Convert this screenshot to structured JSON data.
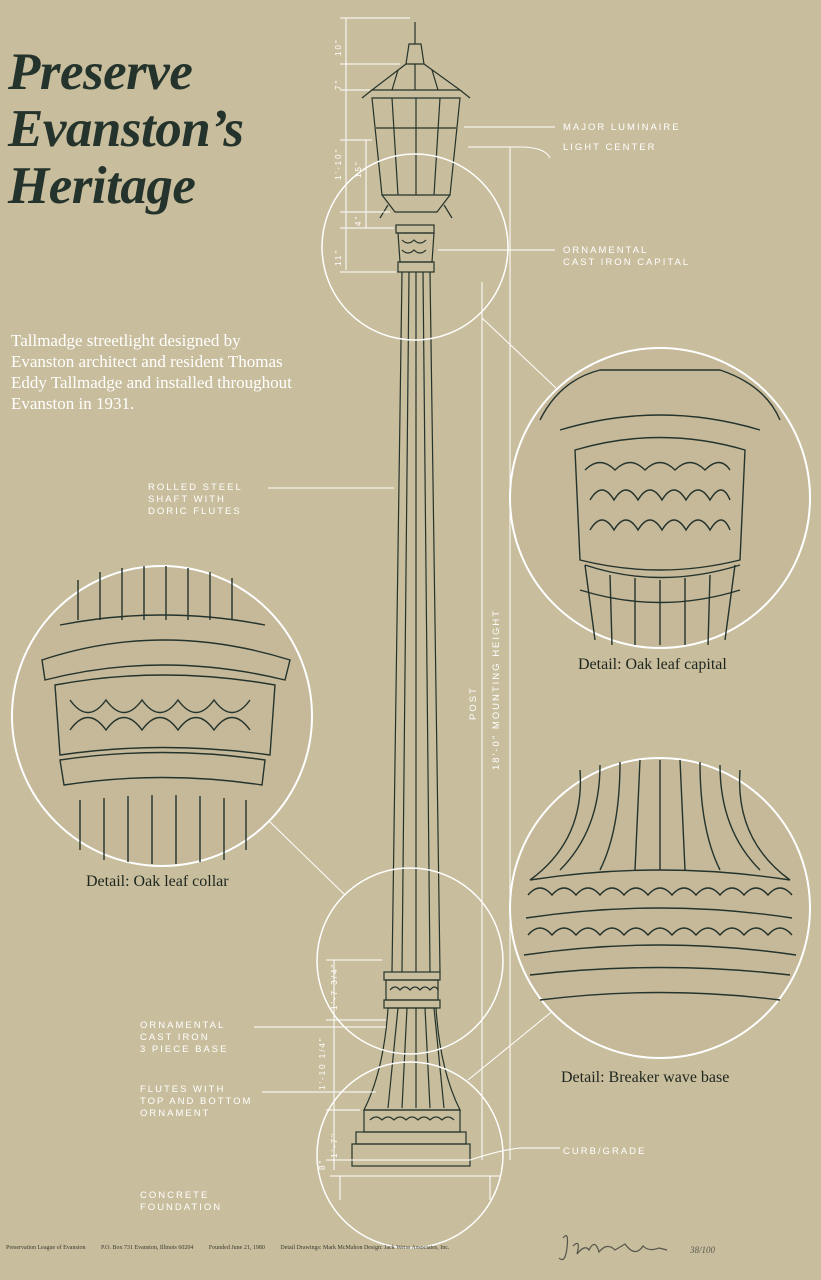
{
  "title": {
    "line1": "Preserve",
    "line2": "Evanston’s",
    "line3": "Heritage"
  },
  "intro": "Tallmadge streetlight designed by Evanston architect and resident Thomas Eddy Tallmadge and installed throughout Evanston in 1931.",
  "labels": {
    "major_luminaire": "MAJOR LUMINAIRE",
    "light_center": "LIGHT CENTER",
    "capital_1": "ORNAMENTAL",
    "capital_2": "CAST IRON CAPITAL",
    "shaft_1": "ROLLED STEEL",
    "shaft_2": "SHAFT WITH",
    "shaft_3": "DORIC FLUTES",
    "post": "POST",
    "mounting_height": "18'-0\" MOUNTING HEIGHT",
    "base_1": "ORNAMENTAL",
    "base_2": "CAST IRON",
    "base_3": "3 PIECE BASE",
    "flutes_1": "FLUTES WITH",
    "flutes_2": "TOP AND BOTTOM",
    "flutes_3": "ORNAMENT",
    "curb": "CURB/GRADE",
    "foundation_1": "CONCRETE",
    "foundation_2": "FOUNDATION"
  },
  "dimensions": {
    "d1": "10\"",
    "d2": "7\"",
    "d3": "1'-10\"",
    "d4": "15\"",
    "d5": "4\"",
    "d6": "11\"",
    "d7": "1'-7 3/4\"",
    "d8": "1'-10 1/4\"",
    "d9": "1'-7\"",
    "d10": "8\""
  },
  "captions": {
    "capital": "Detail: Oak leaf capital",
    "collar": "Detail: Oak leaf collar",
    "base": "Detail: Breaker wave base"
  },
  "footer": {
    "org": "Preservation League of Evanston",
    "address": "P.O. Box 731 Evanston, Illinois 60204",
    "founded": "Founded June 21, 1980",
    "credits": "Detail Drawings: Mark McMahon   Design: Jack Weiss Associates, Inc."
  },
  "edition": "38/100",
  "colors": {
    "background": "#c8bd9c",
    "ink": "#24332b",
    "line": "#ffffff"
  }
}
